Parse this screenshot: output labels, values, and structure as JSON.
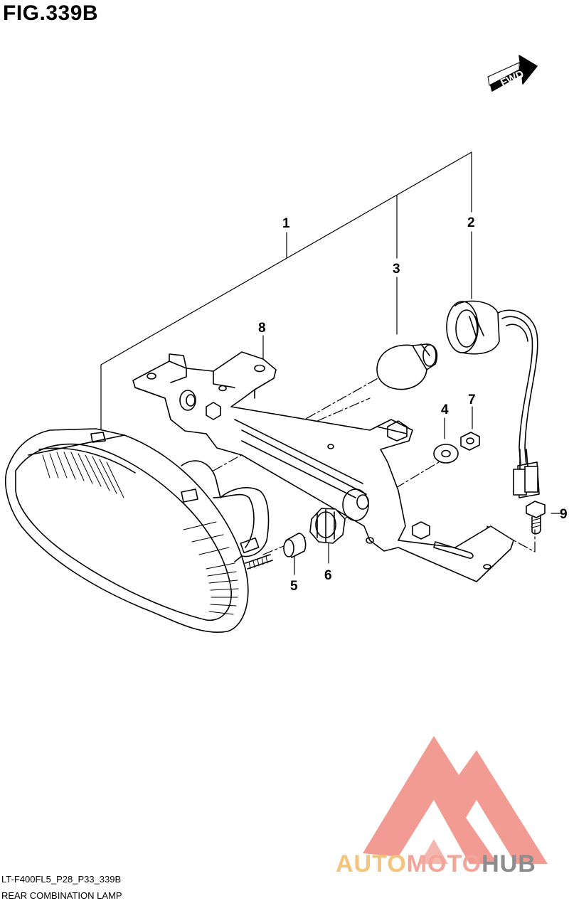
{
  "figure": {
    "title": "FIG.339B",
    "code": "LT-F400FL5_P28_P33_339B",
    "name": "REAR COMBINATION LAMP",
    "direction_label": "FWD"
  },
  "callouts": [
    {
      "id": "1",
      "label": "1"
    },
    {
      "id": "2",
      "label": "2"
    },
    {
      "id": "3",
      "label": "3"
    },
    {
      "id": "4",
      "label": "4"
    },
    {
      "id": "5",
      "label": "5"
    },
    {
      "id": "6",
      "label": "6"
    },
    {
      "id": "7",
      "label": "7"
    },
    {
      "id": "8",
      "label": "8"
    },
    {
      "id": "9",
      "label": "9"
    }
  ],
  "watermark": {
    "part1": "AUTO",
    "part2": "MOTO",
    "part3": "HUB",
    "colors": {
      "auto": "#f5c37a",
      "moto": "#f3a59a",
      "hub": "#8c8c8c",
      "logo": "#f08a80"
    }
  },
  "icons": [
    "fwd-arrow-icon",
    "automotohub-logo-icon"
  ]
}
